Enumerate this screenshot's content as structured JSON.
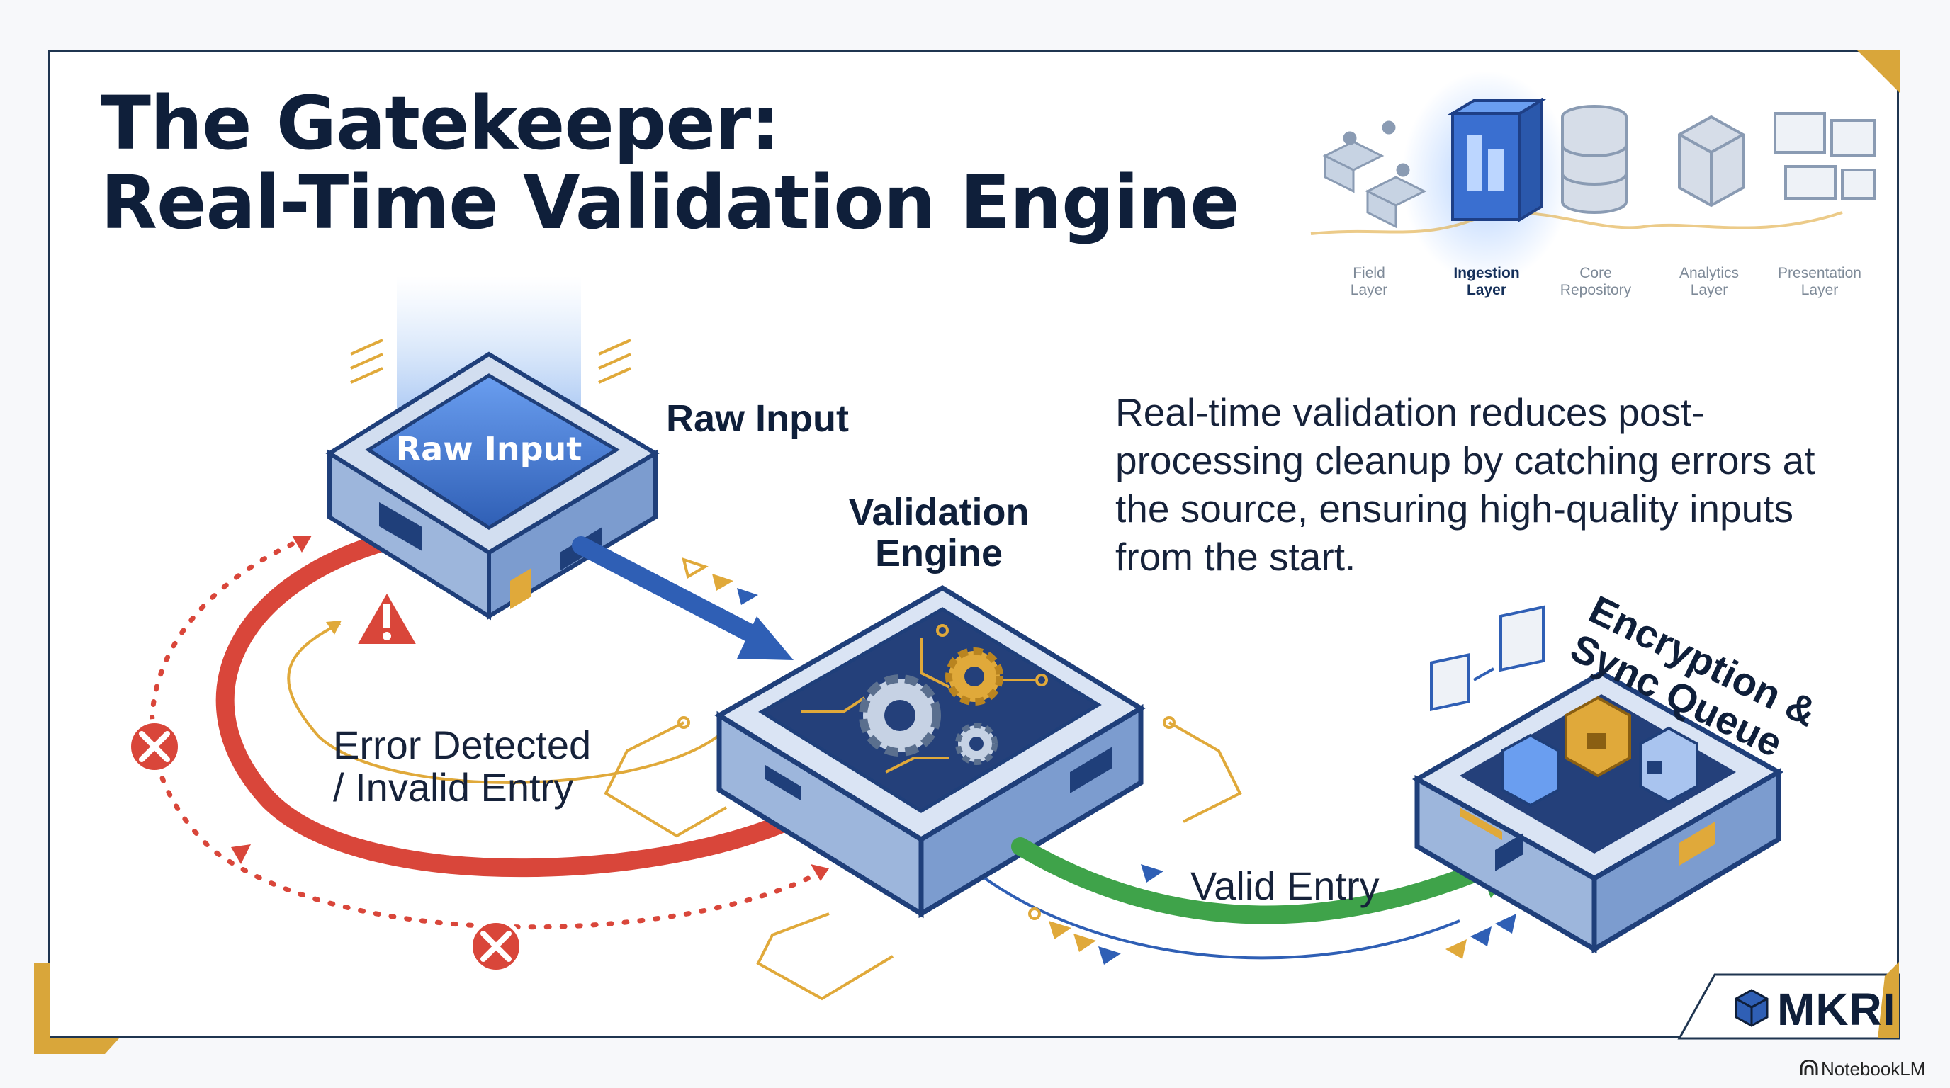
{
  "title": {
    "line1": "The Gatekeeper:",
    "line2": "Real-Time Validation Engine"
  },
  "pipeline": [
    {
      "line1": "Field",
      "line2": "Layer",
      "active": false
    },
    {
      "line1": "Ingestion",
      "line2": "Layer",
      "active": true
    },
    {
      "line1": "Core",
      "line2": "Repository",
      "active": false
    },
    {
      "line1": "Analytics",
      "line2": "Layer",
      "active": false
    },
    {
      "line1": "Presentation",
      "line2": "Layer",
      "active": false
    }
  ],
  "callout": "Real-time validation reduces post-processing cleanup by catching errors at the source, ensuring high-quality inputs from the start.",
  "nodes": {
    "raw_input_screen": "Raw Input",
    "raw_input_label": "Raw Input",
    "validation_line1": "Validation",
    "validation_line2": "Engine",
    "encryption_line1": "Encryption &",
    "encryption_line2": "Sync Queue"
  },
  "flows": {
    "error_line1": "Error Detected",
    "error_line2": "/ Invalid Entry",
    "valid": "Valid Entry"
  },
  "brand": "MKRI",
  "watermark": "NotebookLM",
  "colors": {
    "accent_blue": "#2f5fb5",
    "error_red": "#d9463a",
    "valid_green": "#3fa34a",
    "gold": "#e0a93a",
    "ink": "#0f1f3a"
  }
}
